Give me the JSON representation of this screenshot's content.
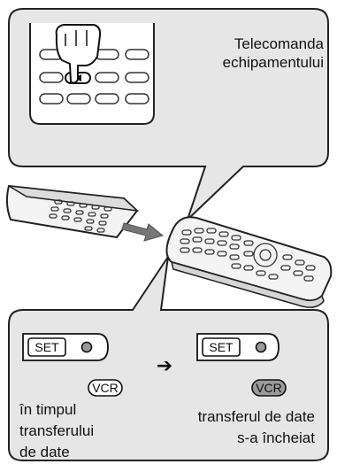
{
  "top_panel": {
    "title": "Telecomanda\nechipamentului"
  },
  "bottom_panel": {
    "set_label": "SET",
    "vcr_label": "VCR",
    "arrow": "➔",
    "state_during": "în timpul\ntransferului\nde date",
    "state_done": "transferul de date\ns-a încheiat"
  },
  "colors": {
    "panel_fill": "#e6e6e6",
    "outline": "#222222",
    "vcr_done_fill": "#9a9a9a",
    "arrow_fill": "#777777"
  },
  "icons": [
    "pointing-hand-icon",
    "remote-control-icon",
    "transfer-arrow-icon",
    "indicator-light-icon"
  ]
}
